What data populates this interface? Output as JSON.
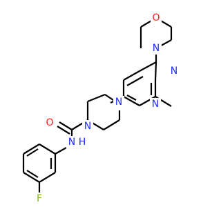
{
  "molecule": {
    "colors": {
      "carbon_bond": "#000000",
      "nitrogen": "#1f2bff",
      "oxygen": "#ff1f1f",
      "fluorine": "#7fbf00",
      "background": "#ffffff"
    },
    "atoms": {
      "morpholine_o": "O",
      "morpholine_n": "N",
      "pyrimidine_n_top": "N",
      "pyrimidine_n_bottom": "N",
      "piperazine_n_right": "N",
      "piperazine_n_left": "N",
      "carbonyl_o": "O",
      "amide_n": "N",
      "amide_h": "H",
      "fluorine": "F"
    }
  }
}
